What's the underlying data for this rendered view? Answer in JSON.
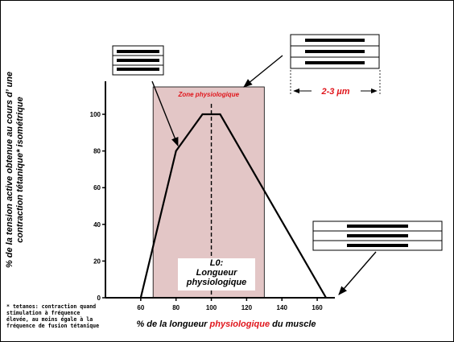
{
  "chart_data": {
    "type": "line",
    "x": [
      60,
      80,
      95,
      105,
      165
    ],
    "y": [
      0,
      80,
      100,
      100,
      0
    ],
    "xticks": [
      60,
      80,
      100,
      120,
      140,
      160
    ],
    "yticks": [
      0,
      20,
      40,
      60,
      80,
      100
    ],
    "xlim": [
      40,
      170
    ],
    "ylim": [
      0,
      118
    ],
    "reference_x": 100,
    "shaded_region": {
      "x0": 67,
      "x1": 130,
      "label": "Zone physiologique"
    },
    "ylabel": "% de la tension active  obtenue au cours d’ une contraction tétanique* isométrique",
    "xlabel": {
      "before": "% de la longueur ",
      "highlight": "physiologique",
      "after": " du muscle"
    },
    "annotation_l0": {
      "line1": "L0:",
      "line2": "Longueur",
      "line3": "physiologique"
    },
    "annotation_length": "2-3  µm",
    "footnote": "* tetanos: contraction quand\nstimulation à fréquence\nélevée, au moins égale à la\nfréquence de fusion tétanique"
  },
  "colors": {
    "zone_fill": "#e3c6c6",
    "highlight": "#e0161c"
  },
  "icons": [
    "sarcomere-shortened-icon",
    "sarcomere-optimal-icon",
    "sarcomere-stretched-icon"
  ]
}
